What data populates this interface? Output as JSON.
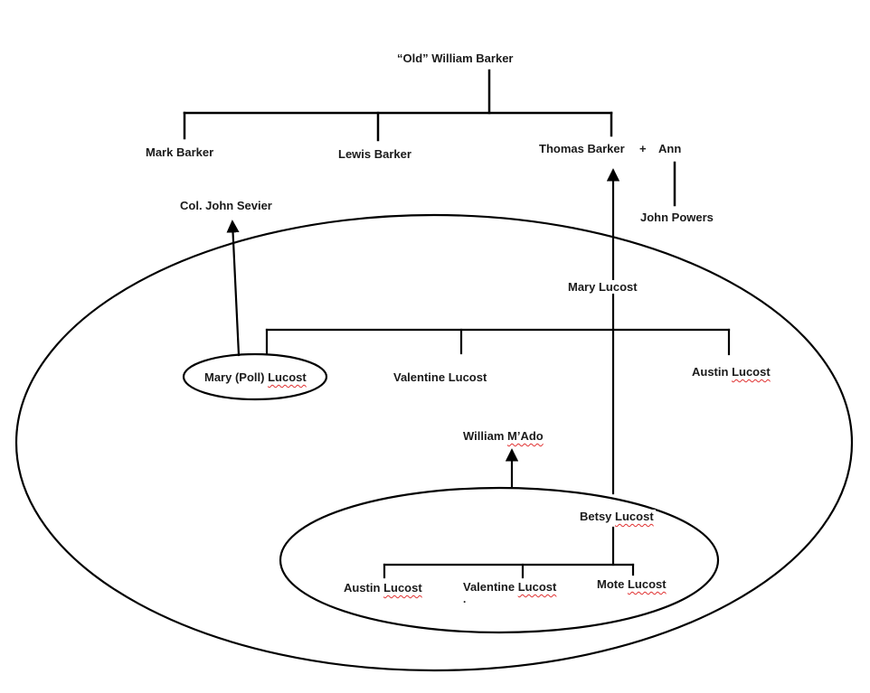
{
  "palette": {
    "background": "#ffffff",
    "line_color": "#000000",
    "text_color": "#1a1a1a",
    "misspell_underline_color": "#e03131"
  },
  "nodes": {
    "old_william_barker": "“Old” William Barker",
    "mark_barker": "Mark Barker",
    "lewis_barker": "Lewis Barker",
    "thomas_barker": "Thomas Barker",
    "plus_sign": "+",
    "ann": "Ann",
    "john_powers": "John Powers",
    "col_john_sevier": "Col. John Sevier",
    "mary_lucost": "Mary Lucost",
    "mary_poll_lucost": {
      "plain": "Mary (Poll) ",
      "misspelled": "Lucost"
    },
    "valentine_lucost_outer": "Valentine Lucost",
    "austin_lucost_outer": {
      "plain": "Austin ",
      "misspelled": "Lucost"
    },
    "william_mado": {
      "plain": "William ",
      "misspelled": "M’Ado"
    },
    "betsy_lucost": {
      "plain": "Betsy ",
      "misspelled": "Lucost"
    },
    "austin_lucost_inner": {
      "plain": "Austin ",
      "misspelled": "Lucost"
    },
    "valentine_lucost_inner": {
      "plain": "Valentine ",
      "misspelled": "Lucost"
    },
    "mote_lucost": {
      "plain": "Mote ",
      "misspelled": "Lucost"
    },
    "stray_mark": "."
  }
}
